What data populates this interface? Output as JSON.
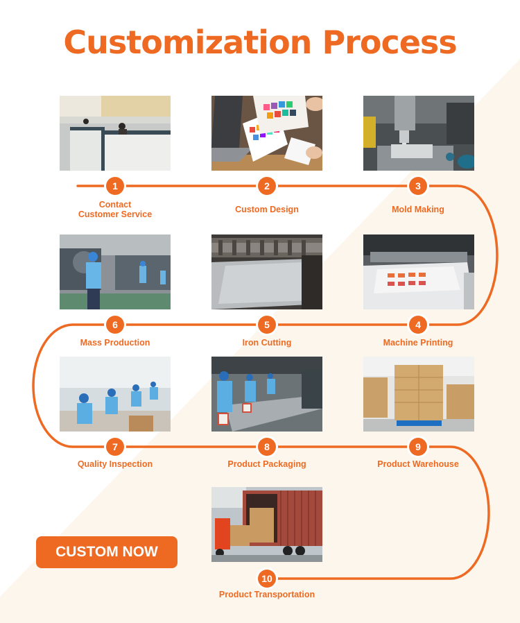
{
  "title": "Customization Process",
  "accent_color": "#ee6a22",
  "cta_label": "CUSTOM NOW",
  "steps": [
    {
      "number": "1",
      "label": "Contact",
      "label2": "Customer Service",
      "photo": "office-cubicles-photo"
    },
    {
      "number": "2",
      "label": "Custom Design",
      "photo": "design-laptop-color-swatches-photo"
    },
    {
      "number": "3",
      "label": "Mold Making",
      "photo": "cnc-milling-machine-photo"
    },
    {
      "number": "4",
      "label": "Machine Printing",
      "photo": "printing-machine-photo"
    },
    {
      "number": "5",
      "label": "Iron Cutting",
      "photo": "tinplate-cutting-machine-photo"
    },
    {
      "number": "6",
      "label": "Mass Production",
      "photo": "production-line-workers-photo"
    },
    {
      "number": "7",
      "label": "Quality Inspection",
      "photo": "inspection-workers-photo"
    },
    {
      "number": "8",
      "label": "Product Packaging",
      "photo": "packaging-conveyor-photo"
    },
    {
      "number": "9",
      "label": "Product Warehouse",
      "photo": "warehouse-cartons-photo"
    },
    {
      "number": "10",
      "label": "Product Transportation",
      "photo": "container-truck-loading-photo"
    }
  ]
}
